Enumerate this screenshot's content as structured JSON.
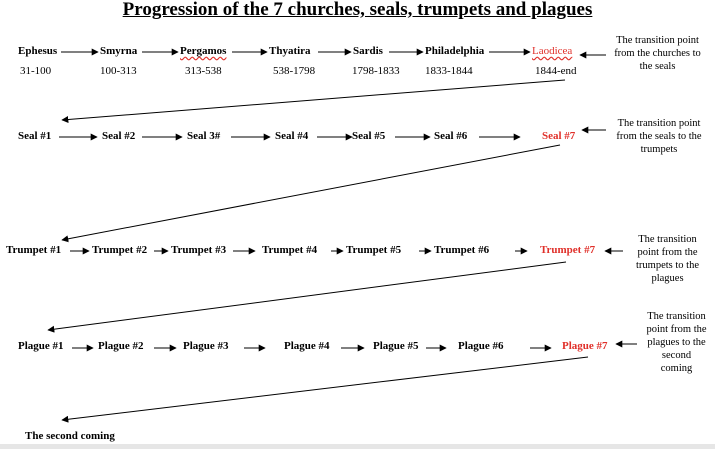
{
  "title": "Progression of the 7 churches, seals, trumpets and plagues",
  "colors": {
    "highlight": "#e0302a",
    "text": "#000000"
  },
  "churches": [
    {
      "name": "Ephesus",
      "years": "31-100"
    },
    {
      "name": "Smyrna",
      "years": "100-313"
    },
    {
      "name": "Pergamos",
      "years": "313-538"
    },
    {
      "name": "Thyatira",
      "years": "538-1798"
    },
    {
      "name": "Sardis",
      "years": "1798-1833"
    },
    {
      "name": "Philadelphia",
      "years": "1833-1844"
    },
    {
      "name": "Laodicea",
      "years": "1844-end"
    }
  ],
  "seals": [
    "Seal #1",
    "Seal #2",
    "Seal 3#",
    "Seal #4",
    "Seal #5",
    "Seal #6",
    "Seal #7"
  ],
  "trumpets": [
    "Trumpet #1",
    "Trumpet #2",
    "Trumpet #3",
    "Trumpet #4",
    "Trumpet #5",
    "Trumpet #6",
    "Trumpet #7"
  ],
  "plagues": [
    "Plague #1",
    "Plague #2",
    "Plague #3",
    "Plague #4",
    "Plague #5",
    "Plague #6",
    "Plague #7"
  ],
  "notes": {
    "churches_to_seals": [
      "The transition point",
      "from the churches to",
      "the seals"
    ],
    "seals_to_trumpets": [
      "The transition point",
      "from the seals to the",
      "trumpets"
    ],
    "trumpets_to_plagues": [
      "The transition",
      "point from the",
      "trumpets to the",
      "plagues"
    ],
    "plagues_to_coming": [
      "The transition",
      "point from the",
      "plagues to the",
      "second",
      "coming"
    ]
  },
  "final": "The second coming"
}
